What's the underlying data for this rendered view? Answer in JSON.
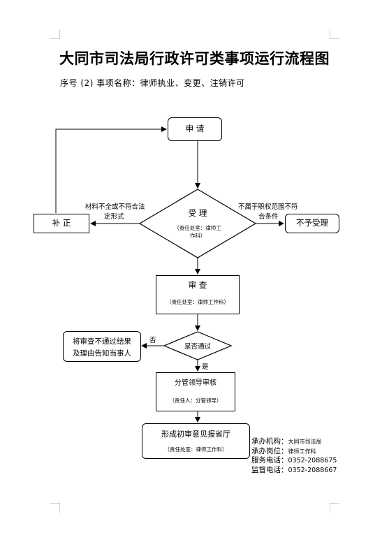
{
  "page": {
    "title": "大同市司法局行政许可类事项运行流程图",
    "subtitle": "序号 (2) 事项名称：律师执业、变更、注销许可"
  },
  "nodes": {
    "apply": "申  请",
    "accept": {
      "label": "受  理",
      "note_line1": "（责任处室：律师工",
      "note_line2": "作科）"
    },
    "supplement": "补  正",
    "reject": "不予受理",
    "review": {
      "label": "审   查",
      "note": "（责任处室：律师工作科）"
    },
    "pass_check": "是否通过",
    "notify_fail": {
      "line1": "将审查不通过结果",
      "line2": "及理由告知当事人"
    },
    "leader_review": {
      "label": "分管领导审核",
      "note": "（责任人：分管领导）"
    },
    "report": {
      "label": "形成初审意见报省厅",
      "note": "（责任处室：律师工作科）"
    }
  },
  "edge_labels": {
    "to_supplement_line1": "材料不全或不符合法",
    "to_supplement_line2": "定形式",
    "to_reject_line1": "不属于职权范围不符",
    "to_reject_line2": "合条件",
    "no": "否",
    "yes": "是"
  },
  "info": {
    "agency_label": "承办机构：",
    "agency_value": "大同市司法局",
    "post_label": "承办岗位：",
    "post_value": "律师工作科",
    "service_label": "服务电话：",
    "service_value": "0352-2088675",
    "supervise_label": "监督电话：",
    "supervise_value": "0352-2088667"
  }
}
